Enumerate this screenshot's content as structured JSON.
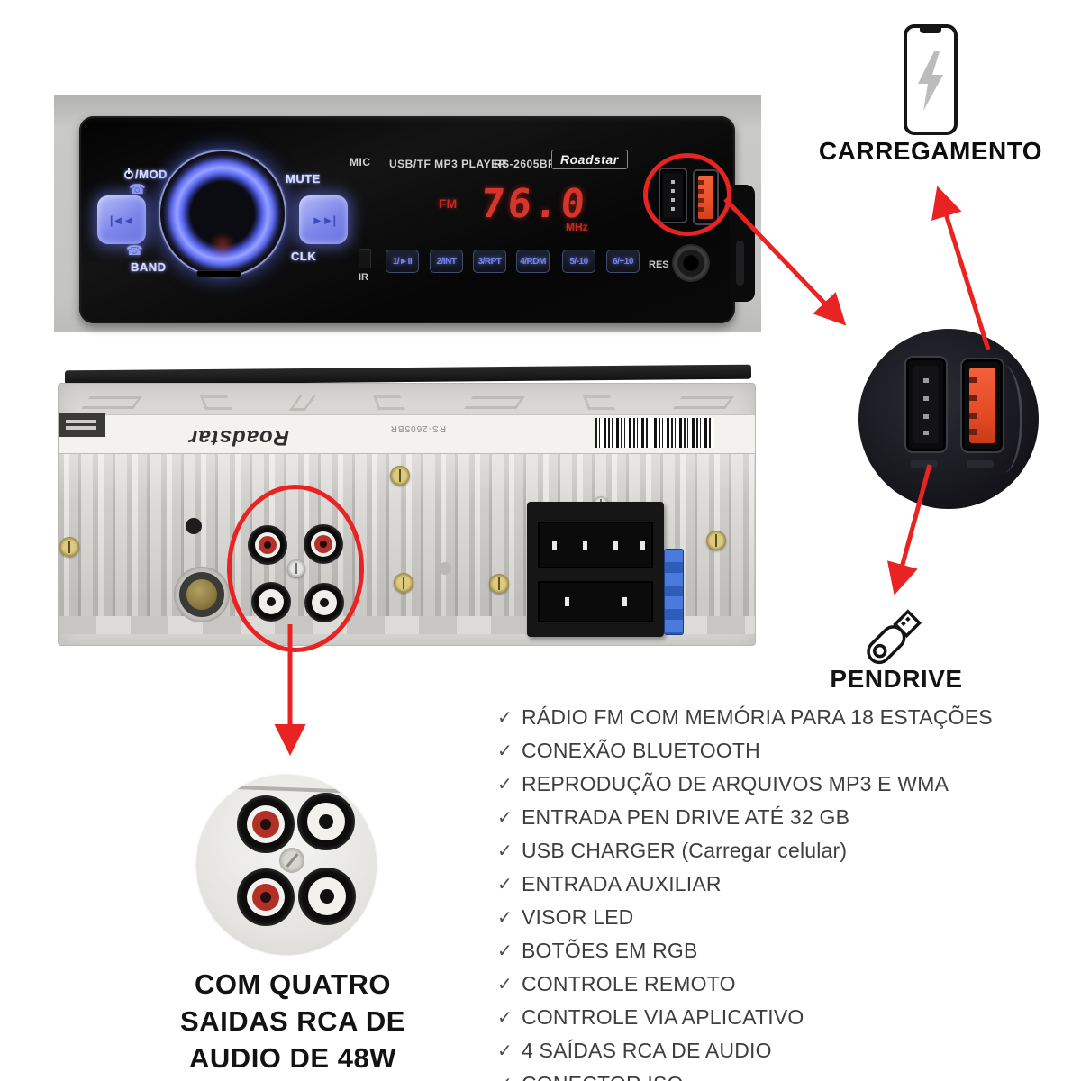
{
  "front_panel": {
    "top_labels": {
      "mic": "MIC",
      "player_type": "USB/TF MP3 PLAYER",
      "model": "RS-2605BR",
      "brand": "Roadstar"
    },
    "controls": {
      "mod": "/MOD",
      "mute": "MUTE",
      "band": "BAND",
      "clk": "CLK",
      "prev": "|◄◄",
      "next": "►►|",
      "ir": "IR",
      "res": "RES"
    },
    "display": {
      "band": "FM",
      "frequency": "76.0",
      "unit": "MHz"
    },
    "preset_buttons": [
      "1/►II",
      "2/INT",
      "3/RPT",
      "4/RDM",
      "5/-10",
      "6/+10"
    ]
  },
  "back_panel": {
    "brand_label": "Roadstar",
    "model_label": "RS-2605BR"
  },
  "callouts": {
    "charging": {
      "label": "CARREGAMENTO",
      "icon": "phone-charging-icon"
    },
    "pendrive": {
      "label": "PENDRIVE",
      "icon": "usb-drive-icon"
    },
    "rca": {
      "lines": [
        "COM QUATRO",
        "SAIDAS RCA DE",
        "AUDIO DE 48W"
      ]
    }
  },
  "features": {
    "check_glyph": "✓",
    "items": [
      "RÁDIO FM COM MEMÓRIA PARA 18 ESTAÇÕES",
      "CONEXÃO BLUETOOTH",
      "REPRODUÇÃO DE ARQUIVOS MP3 E WMA",
      "ENTRADA PEN DRIVE ATÉ 32 GB",
      "USB CHARGER (Carregar celular)",
      "ENTRADA AUXILIAR",
      "VISOR LED",
      "BOTÕES EM RGB",
      "CONTROLE REMOTO",
      "CONTROLE VIA APLICATIVO",
      "4 SAÍDAS  RCA DE AUDIO",
      "CONECTOR ISO"
    ]
  },
  "colors": {
    "accent_red": "#e82321",
    "display_red": "#d8352a",
    "button_blue": "#8a93ee",
    "usb_orange": "#e8512b"
  }
}
